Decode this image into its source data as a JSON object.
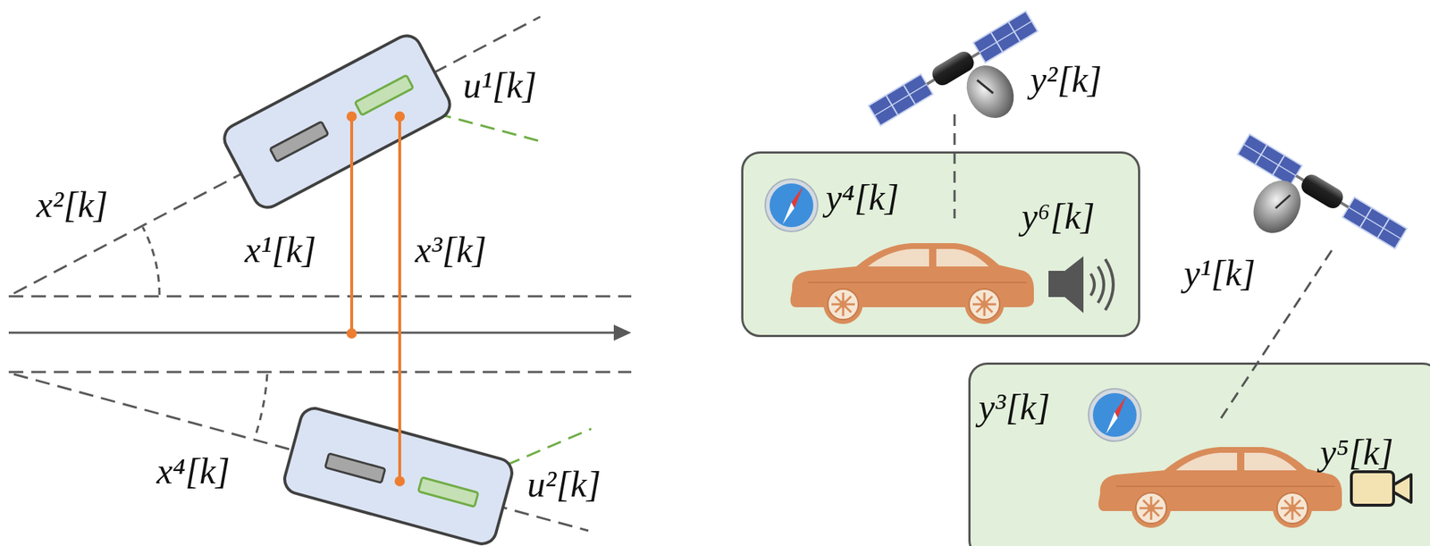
{
  "diagram": {
    "nodes": [
      {
        "text": [
          "y⁴[k]",
          "y⁶[k]"
        ]
      },
      {
        "text": [
          "y³[k]",
          "y⁵[k]"
        ]
      }
    ],
    "labels": [
      "x²[k]",
      "u¹[k]",
      "x¹[k]",
      "x³[k]",
      "x⁴[k]",
      "u²[k]",
      "y²[k]",
      "y¹[k]"
    ]
  }
}
